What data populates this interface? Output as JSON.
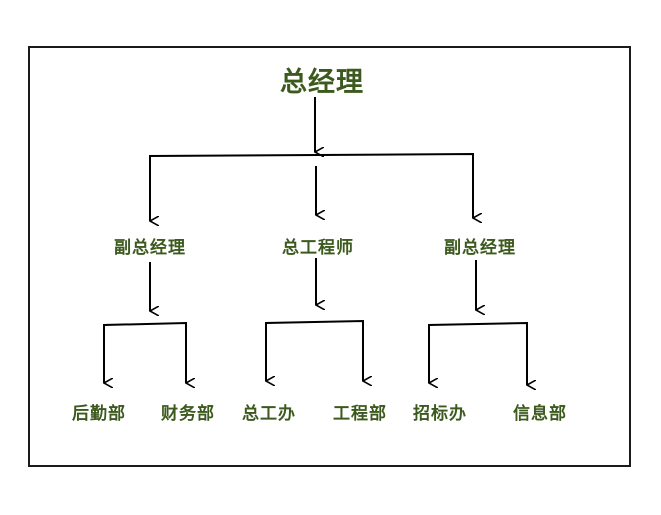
{
  "root": "总经理",
  "branches": [
    {
      "label": "副总经理",
      "children": [
        "后勤部",
        "财务部"
      ]
    },
    {
      "label": "总工程师",
      "children": [
        "总工办",
        "工程部"
      ]
    },
    {
      "label": "副总经理",
      "children": [
        "招标办",
        "信息部"
      ]
    }
  ]
}
